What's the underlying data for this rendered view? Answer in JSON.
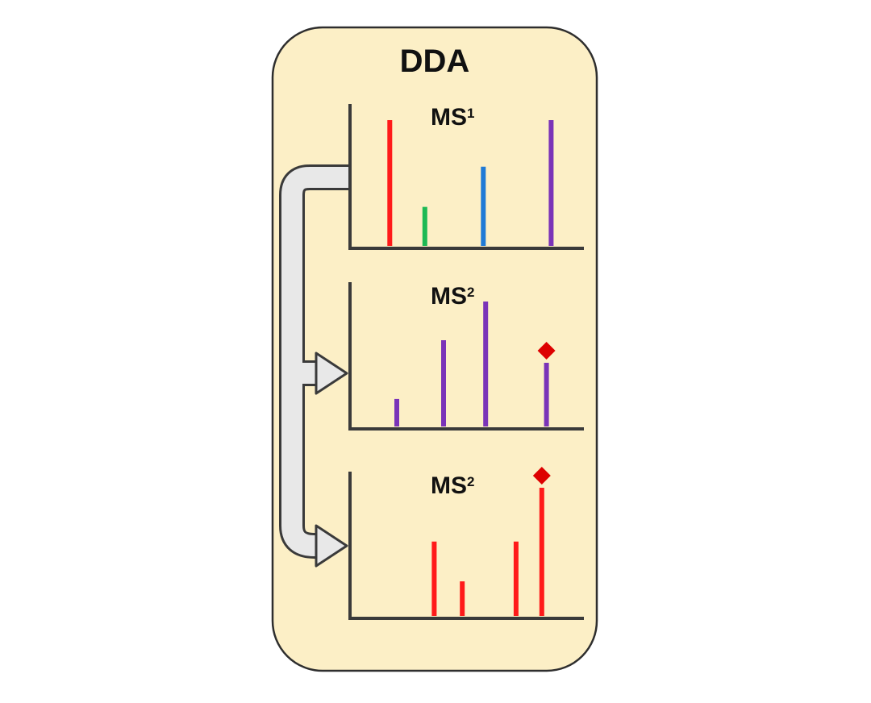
{
  "title": "DDA",
  "colors": {
    "panel_fill": "#fcefc6",
    "panel_stroke": "#2e2e2e",
    "axis": "#3a3a3a",
    "arrow_fill": "#e8e8e8",
    "arrow_stroke": "#3a3a3a",
    "red": "#ff1a1a",
    "green": "#1db954",
    "blue": "#1f7ad6",
    "purple": "#7a33b8",
    "marker": "#dd0000"
  },
  "icons": {
    "flow_arrow": "curved-branching-arrow-icon",
    "precursor_marker": "red-diamond-icon"
  },
  "spectra": [
    {
      "label_base": "MS",
      "label_sup": "1",
      "peaks": [
        {
          "position": 0.17,
          "intensity": 1.0,
          "color": "red"
        },
        {
          "position": 0.32,
          "intensity": 0.31,
          "color": "green"
        },
        {
          "position": 0.57,
          "intensity": 0.63,
          "color": "blue"
        },
        {
          "position": 0.86,
          "intensity": 1.0,
          "color": "purple"
        }
      ]
    },
    {
      "label_base": "MS",
      "label_sup": "2",
      "peaks": [
        {
          "position": 0.2,
          "intensity": 0.22,
          "color": "purple"
        },
        {
          "position": 0.4,
          "intensity": 0.69,
          "color": "purple"
        },
        {
          "position": 0.58,
          "intensity": 1.0,
          "color": "purple"
        },
        {
          "position": 0.84,
          "intensity": 0.51,
          "color": "purple",
          "marker": true
        }
      ]
    },
    {
      "label_base": "MS",
      "label_sup": "2",
      "peaks": [
        {
          "position": 0.36,
          "intensity": 0.58,
          "color": "red"
        },
        {
          "position": 0.48,
          "intensity": 0.27,
          "color": "red"
        },
        {
          "position": 0.71,
          "intensity": 0.58,
          "color": "red"
        },
        {
          "position": 0.82,
          "intensity": 1.0,
          "color": "red",
          "marker": true
        }
      ]
    }
  ]
}
